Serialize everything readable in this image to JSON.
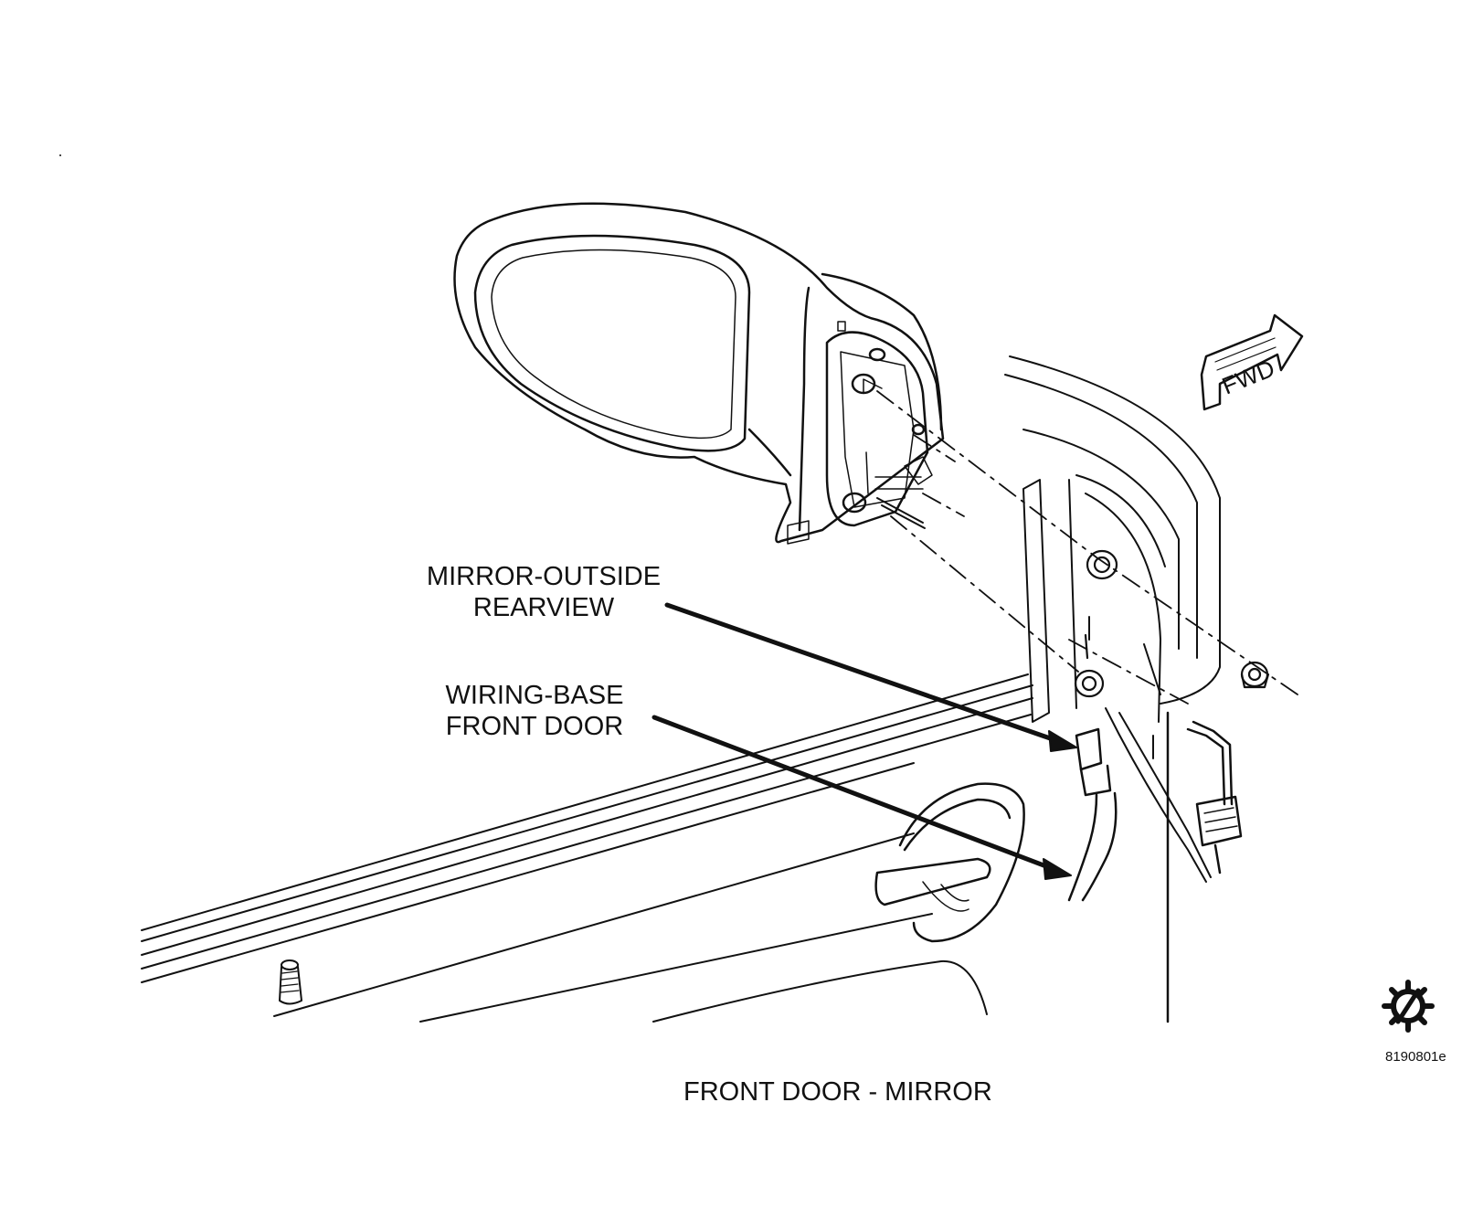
{
  "callouts": {
    "mirror": {
      "line1": "MIRROR-OUTSIDE",
      "line2": "REARVIEW"
    },
    "wiring": {
      "line1": "WIRING-BASE",
      "line2": "FRONT DOOR"
    }
  },
  "fwd_arrow_label": "FWD",
  "caption": "FRONT DOOR - MIRROR",
  "figure_id": "8190801e",
  "icons": [
    "fwd-arrow-icon",
    "no-tool-gear-icon"
  ],
  "colors": {
    "ink": "#111111",
    "background": "#ffffff"
  }
}
